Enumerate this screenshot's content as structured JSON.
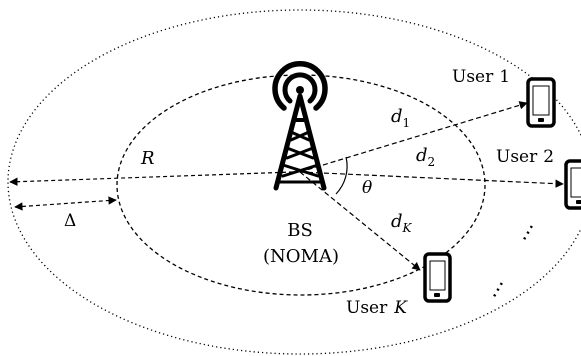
{
  "base_station": {
    "name": "BS",
    "scheme": "(NOMA)"
  },
  "radius_label": "R",
  "guard_label": "Δ",
  "angle_label": "θ",
  "distances": [
    {
      "symbol": "d",
      "subscript": "1"
    },
    {
      "symbol": "d",
      "subscript": "2"
    },
    {
      "symbol": "d",
      "subscript": "K"
    }
  ],
  "users": [
    {
      "prefix": "User",
      "index": "1",
      "index_italic": false
    },
    {
      "prefix": "User",
      "index": "2",
      "index_italic": false
    },
    {
      "prefix": "User",
      "index": "K",
      "index_italic": true
    }
  ],
  "ellipsis": "⋯",
  "colors": {
    "line": "#000000",
    "background": "#ffffff"
  },
  "icons": [
    "antenna-tower-icon",
    "smartphone-icon"
  ]
}
